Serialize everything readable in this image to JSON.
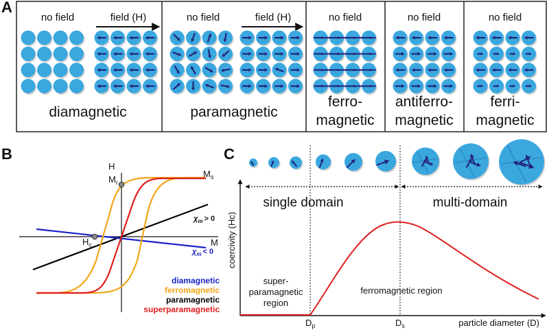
{
  "panel_a": {
    "label": "A",
    "boxes": [
      {
        "header_left": "no field",
        "header_right": "field (H)",
        "name_lines": [
          "diamagnetic"
        ]
      },
      {
        "header_left": "no field",
        "header_right": "field (H)",
        "name_lines": [
          "paramagnetic"
        ]
      },
      {
        "header": "no field",
        "name_lines": [
          "ferro-",
          "magnetic"
        ]
      },
      {
        "header": "no field",
        "name_lines": [
          "antiferro-",
          "magnetic"
        ]
      },
      {
        "header": "no field",
        "name_lines": [
          "ferri-",
          "magnetic"
        ]
      }
    ]
  },
  "panel_b": {
    "label": "B",
    "axis_h": "H",
    "axis_m": "M",
    "ms": "M",
    "ms_sub": "s",
    "mr": "M",
    "mr_sub": "r",
    "hc": "H",
    "hc_sub": "c",
    "chi_pos": "χ",
    "chi_pos_sub": "m",
    "chi_pos_rel": "> 0",
    "chi_neg": "χ",
    "chi_neg_sub": "m",
    "chi_neg_rel": "< 0",
    "legend": [
      {
        "label": "diamagnetic",
        "color": "#1a22c8"
      },
      {
        "label": "ferromagnetic",
        "color": "#f2a516"
      },
      {
        "label": "paramagnetic",
        "color": "#000000"
      },
      {
        "label": "superparamagnetic",
        "color": "#e21d1d"
      }
    ]
  },
  "panel_c": {
    "label": "C",
    "y_axis": "coercivity (Hc)",
    "x_axis": "particle diameter (D)",
    "single_domain": "single domain",
    "multi_domain": "multi-domain",
    "super_lines": [
      "super-",
      "paramagnetic",
      "region"
    ],
    "ferro_region": "ferromagnetic region",
    "dp": "D",
    "dp_sub": "p",
    "ds": "D",
    "ds_sub": "s",
    "curve_color": "#e21d1d"
  },
  "colors": {
    "particle": "#3aa7df",
    "arrow": "#24237a",
    "border": "#222222"
  }
}
